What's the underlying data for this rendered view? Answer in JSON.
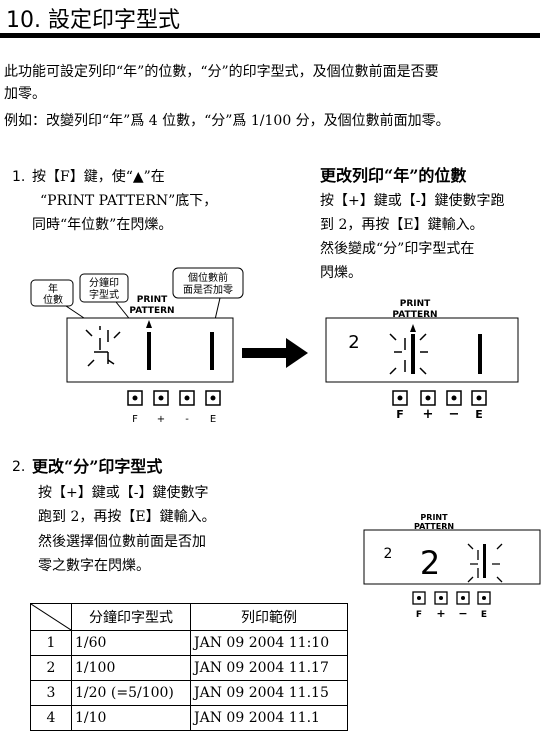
{
  "section": {
    "title": "10. 設定印字型式"
  },
  "intro": {
    "line1": "此功能可設定列印“年”的位數，“分”的印字型式，及個位數前面是否要",
    "line2": "加零。",
    "line3": "例如：改變列印“年”爲 4 位數，“分”爲 1/100 分，及個位數前面加零。"
  },
  "step1": {
    "number": "1.",
    "lines": [
      "按【F】鍵，使“▲”在",
      "“PRINT PATTERN”底下，",
      "同時“年位數”在閃爍。"
    ]
  },
  "right_block": {
    "heading": "更改列印“年”的位數",
    "lines": [
      "按【+】鍵或【-】鍵使數字跑",
      "到 2，再按【E】鍵輸入。",
      "然後變成“分”印字型式在",
      "閃爍。"
    ]
  },
  "step2": {
    "number": "2.",
    "heading": "更改“分”印字型式",
    "lines": [
      "按【+】鍵或【-】鍵使數字",
      "跑到 2，再按【E】鍵輸入。",
      "然後選擇個位數前面是否加",
      "零之數字在閃爍。"
    ]
  },
  "diagram1": {
    "callouts": {
      "year": [
        "年",
        "位數"
      ],
      "minute": [
        "分鐘印",
        "字型式"
      ],
      "zero": [
        "個位數前",
        "面是否加零"
      ]
    },
    "print_label": [
      "PRINT",
      "PATTERN"
    ],
    "button_labels": [
      "F",
      "+",
      "-",
      "E"
    ]
  },
  "diagram2": {
    "print_label": [
      "PRINT",
      "PATTERN"
    ],
    "digit": "2",
    "button_labels": [
      "F",
      "+",
      "−",
      "E"
    ]
  },
  "diagram3": {
    "print_label": [
      "PRINT",
      "PATTERN"
    ],
    "digit_small": "2",
    "digit_large": "2",
    "button_labels": [
      "F",
      "+",
      "−",
      "E"
    ]
  },
  "table": {
    "headers": [
      "",
      "分鐘印字型式",
      "列印範例"
    ],
    "rows": [
      [
        "1",
        "1/60",
        "JAN 09 2004 11:10"
      ],
      [
        "2",
        "1/100",
        "JAN 09 2004 11.17"
      ],
      [
        "3",
        "1/20 (=5/100)",
        "JAN 09 2004 11.15"
      ],
      [
        "4",
        "1/10",
        "JAN 09 2004 11.1"
      ]
    ]
  }
}
